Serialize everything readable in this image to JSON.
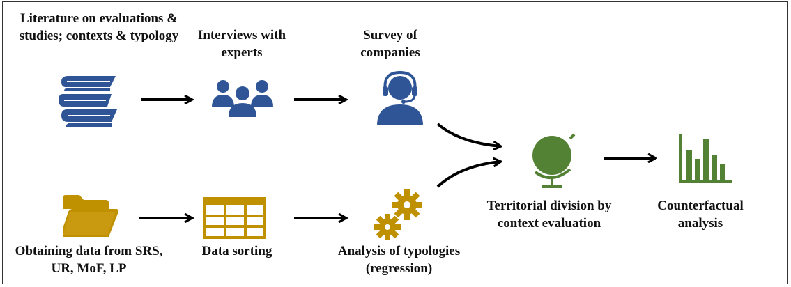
{
  "nodes": {
    "literature": {
      "label": "Literature on evaluations & studies; contexts & typology",
      "icon": "books-icon"
    },
    "interviews": {
      "label": "Interviews with experts",
      "icon": "people-group-icon"
    },
    "survey": {
      "label": "Survey of companies",
      "icon": "headset-person-icon"
    },
    "obtaining": {
      "label": "Obtaining data from SRS, UR, MoF, LP",
      "icon": "folder-icon"
    },
    "sorting": {
      "label": "Data sorting",
      "icon": "table-grid-icon"
    },
    "analysis": {
      "label": "Analysis of typologies (regression)",
      "icon": "gears-icon"
    },
    "territorial": {
      "label": "Territorial division by context evaluation",
      "icon": "globe-icon"
    },
    "counterfactual": {
      "label": "Counterfactual analysis",
      "icon": "bar-chart-icon"
    }
  },
  "colors": {
    "blue": "#2f5597",
    "gold": "#bf9000",
    "green": "#548235",
    "arrow": "#000000"
  }
}
